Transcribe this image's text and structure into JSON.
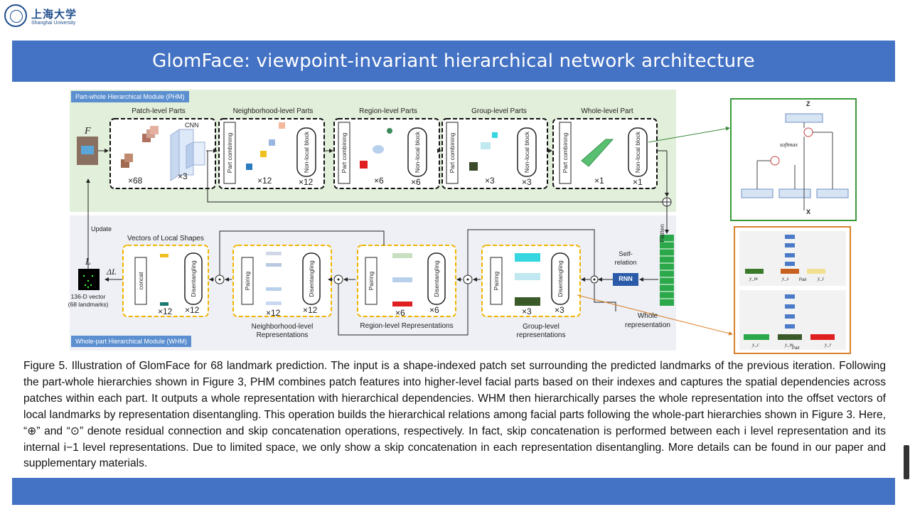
{
  "logo": {
    "cn": "上海大学",
    "en": "Shanghai University"
  },
  "title": "GlomFace: viewpoint-invariant hierarchical network architecture",
  "figure": {
    "phm_tag": "Part-whole Hierarchical Module (PHM)",
    "whm_tag": "Whole-part Hierarchical Module (WHM)",
    "f_label": "F",
    "cnn": "CNN",
    "update": "Update",
    "lt": "L",
    "delta": "ΔL",
    "vec_text_1": "136-D vector",
    "vec_text_2": "(68 landmarks)",
    "flatten": "Flatten",
    "self_relation": "Self-\nrelation",
    "rnn": "RNN",
    "whole_rep": "Whole\nrepresentation",
    "concat": "concat",
    "pairing": "Pairing",
    "disentangling": "Disentangling",
    "part_combining": "Part combining",
    "nonlocal": "Non-local block",
    "phm_headers": [
      "Patch-level  Parts",
      "Neighborhood-level  Parts",
      "Region-level  Parts",
      "Group-level  Parts",
      "Whole-level Part"
    ],
    "phm_counts": [
      "×68",
      "×3",
      "×12",
      "×12",
      "×6",
      "×6",
      "×3",
      "×3",
      "×1",
      "×1"
    ],
    "whm_labels": [
      "Vectors of Local Shapes",
      "Neighborhood-level\nRepresentations",
      "Region-level Representations",
      "Group-level\nrepresentations"
    ],
    "whm_counts": [
      "×12",
      "×12",
      "×12",
      "×12",
      "×6",
      "×6",
      "×3",
      "×3"
    ],
    "attn_z": "Z",
    "attn_x": "X",
    "attn_softmax": "softmax",
    "y_labels": [
      "y_m",
      "y_s",
      "y_t",
      "y_c",
      "y_m",
      "y_r"
    ],
    "pair": "Pair"
  },
  "caption": "Figure 5. Illustration of GlomFace for 68 landmark prediction. The input is a shape-indexed patch set surrounding the predicted landmarks of the previous iteration. Following the part-whole hierarchies shown in Figure 3, PHM combines patch features into higher-level facial parts based on their indexes and captures the spatial dependencies across patches within each part. It outputs a whole representation with hierarchical dependencies. WHM then hierarchically parses the whole representation into the offset vectors of local landmarks by representation disentangling. This operation builds the hierarchical relations among facial parts following the whole-part hierarchies shown in Figure 3. Here, “⊕” and “⊙” denote residual connection and skip concatenation operations, respectively. In fact, skip concatenation is performed between each i level representation and its internal  i−1  level representations. Due to limited space, we only show a skip concatenation in each representation disentangling. More details can be found in our paper and supplementary materials.",
  "colors": {
    "accent": "#4472c4",
    "phm_bg": "#e2efda",
    "whm_bg": "#eef0f5",
    "dash_yellow": "#f0b400",
    "dash_black": "#111111"
  }
}
